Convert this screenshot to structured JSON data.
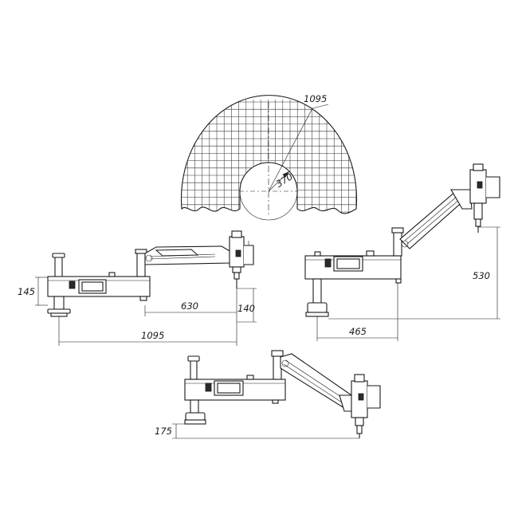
{
  "diagram": {
    "top_view": {
      "outer_radius_label": "1095",
      "inner_radius_label": "370"
    },
    "view_left": {
      "height_label": "145",
      "reach_label": "630",
      "bottom_label": "140",
      "length_label": "1095"
    },
    "view_right": {
      "height_label": "530",
      "reach_label": "465"
    },
    "view_bottom": {
      "height_label": "175"
    }
  },
  "colors": {
    "line": "#1a1a1a",
    "background": "#ffffff"
  }
}
